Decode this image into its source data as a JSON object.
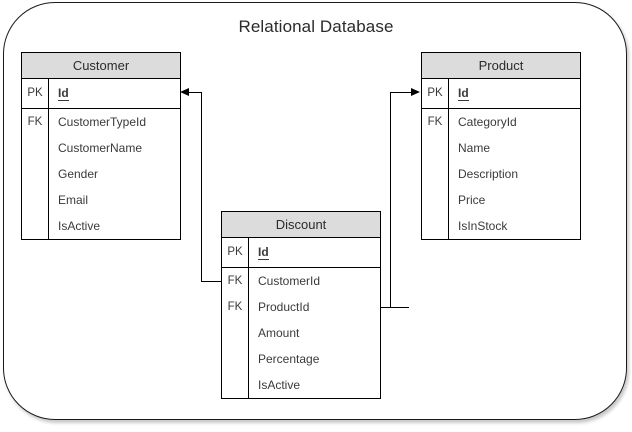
{
  "diagram": {
    "title": "Relational Database",
    "frame_color": "#1a1a1a",
    "header_fill": "#dcdcdc",
    "line_color": "#000000"
  },
  "entities": [
    {
      "name": "Customer",
      "primary_key": {
        "key": "PK",
        "attribute": "Id"
      },
      "attributes": [
        {
          "key": "FK",
          "attribute": "CustomerTypeId"
        },
        {
          "key": "",
          "attribute": "CustomerName"
        },
        {
          "key": "",
          "attribute": "Gender"
        },
        {
          "key": "",
          "attribute": "Email"
        },
        {
          "key": "",
          "attribute": "IsActive"
        }
      ]
    },
    {
      "name": "Product",
      "primary_key": {
        "key": "PK",
        "attribute": "Id"
      },
      "attributes": [
        {
          "key": "FK",
          "attribute": "CategoryId"
        },
        {
          "key": "",
          "attribute": "Name"
        },
        {
          "key": "",
          "attribute": "Description"
        },
        {
          "key": "",
          "attribute": "Price"
        },
        {
          "key": "",
          "attribute": "IsInStock"
        }
      ]
    },
    {
      "name": "Discount",
      "primary_key": {
        "key": "PK",
        "attribute": "Id"
      },
      "attributes": [
        {
          "key": "FK",
          "attribute": "CustomerId"
        },
        {
          "key": "FK",
          "attribute": "ProductId"
        },
        {
          "key": "",
          "attribute": "Amount"
        },
        {
          "key": "",
          "attribute": "Percentage"
        },
        {
          "key": "",
          "attribute": "IsActive"
        }
      ]
    }
  ],
  "relationships": [
    {
      "from": "Discount.CustomerId",
      "to": "Customer.Id",
      "arrow": "left"
    },
    {
      "from": "Discount.ProductId",
      "to": "Product.Id",
      "arrow": "right"
    }
  ]
}
